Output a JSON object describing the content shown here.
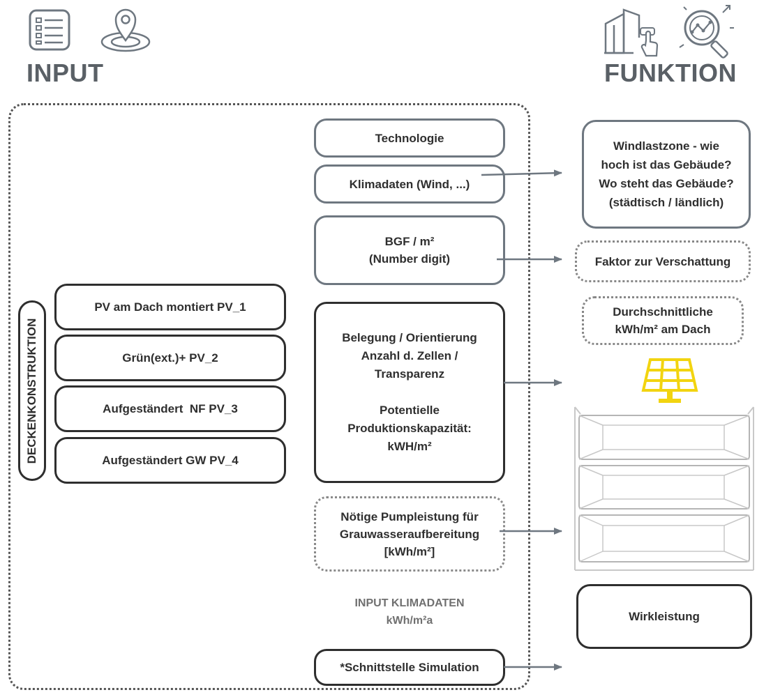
{
  "headings": {
    "input": "INPUT",
    "funktion": "FUNKTION"
  },
  "icons": {
    "input": [
      "list-icon",
      "location-pin-icon"
    ],
    "funktion": [
      "building-touch-icon",
      "magnifier-chart-icon"
    ],
    "panel": "solar-panel-icon",
    "shelf": "stacked-layers-icon"
  },
  "vertical_label": "DECKENKONSTRUKTION",
  "pv_options": [
    "PV am Dach montiert PV_1",
    "Grün(ext.)+ PV_2",
    "Aufgeständert  NF PV_3",
    "Aufgeständert GW PV_4"
  ],
  "middle": {
    "technologie": "Technologie",
    "klimadaten": "Klimadaten (Wind, ...)",
    "bgf_line1": "BGF / m²",
    "bgf_line2": "(Number digit)",
    "belegung": [
      "Belegung / Orientierung",
      "Anzahl d. Zellen /",
      "Transparenz",
      "",
      "Potentielle",
      "Produktionskapazität:",
      "kWH/m²"
    ],
    "pump": [
      "Nötige Pumpleistung für",
      "Grauwasseraufbereitung",
      "[kWh/m²]"
    ],
    "input_klima_line1": "INPUT KLIMADATEN",
    "input_klima_line2": "kWh/m²a",
    "schnittstelle": "*Schnittstelle Simulation"
  },
  "right": {
    "windlast": [
      "Windlastzone - wie",
      "hoch ist das Gebäude?",
      "Wo steht das Gebäude?",
      "(städtisch / ländlich)"
    ],
    "faktor": "Faktor zur Verschattung",
    "durchschnitt": [
      "Durchschnittliche",
      "kWh/m² am Dach"
    ],
    "wirkleistung": "Wirkleistung"
  },
  "colors": {
    "dark": "#2e2e2e",
    "gray": "#6e7780",
    "solar": "#f2d410"
  }
}
